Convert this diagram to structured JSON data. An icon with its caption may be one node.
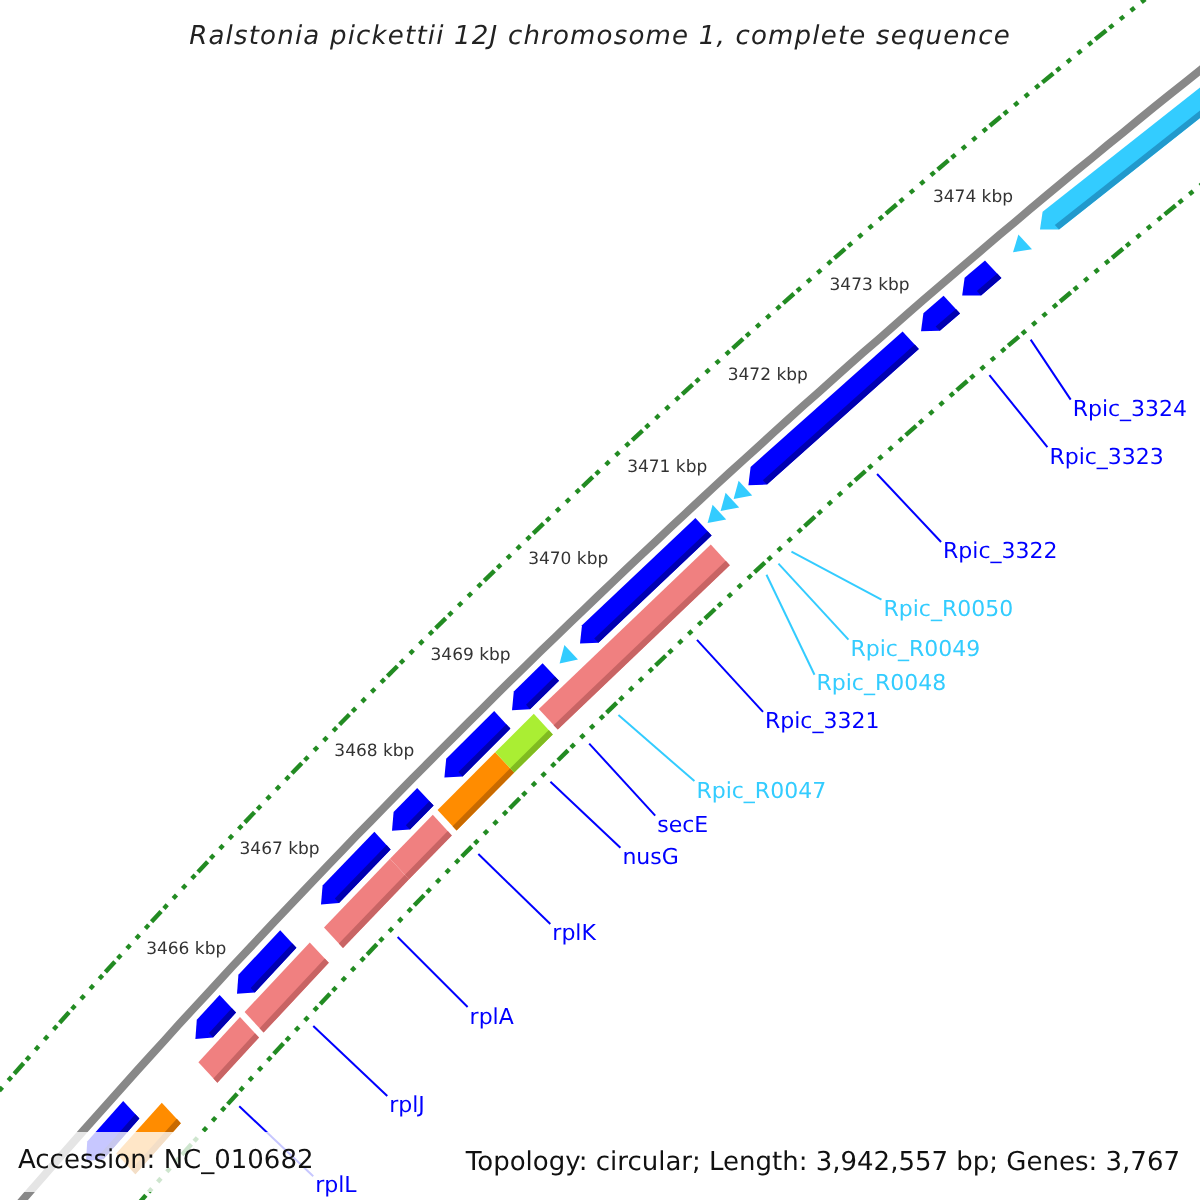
{
  "diagram": {
    "title": "Ralstonia pickettii 12J chromosome 1, complete sequence",
    "nodes": [
      {
        "text": [
          "Rpic_3324"
        ]
      },
      {
        "text": [
          "Rpic_3323"
        ]
      },
      {
        "text": [
          "Rpic_3322"
        ]
      },
      {
        "text": [
          "Rpic_R0050"
        ]
      },
      {
        "text": [
          "Rpic_R0049"
        ]
      },
      {
        "text": [
          "Rpic_R0048"
        ]
      },
      {
        "text": [
          "Rpic_3321"
        ]
      },
      {
        "text": [
          "Rpic_R0047"
        ]
      },
      {
        "text": [
          "secE"
        ]
      },
      {
        "text": [
          "nusG"
        ]
      },
      {
        "text": [
          "rplK"
        ]
      },
      {
        "text": [
          "rplA"
        ]
      },
      {
        "text": [
          "rplJ"
        ]
      },
      {
        "text": [
          "rplL"
        ]
      }
    ],
    "edges": [
      {
        "from": 0,
        "to": null,
        "arrow": "none"
      },
      {
        "from": 1,
        "to": null,
        "arrow": "none"
      },
      {
        "from": 2,
        "to": null,
        "arrow": "none"
      },
      {
        "from": 3,
        "to": null,
        "arrow": "none",
        "color": "#33ccff"
      },
      {
        "from": 4,
        "to": null,
        "arrow": "none",
        "color": "#33ccff"
      },
      {
        "from": 5,
        "to": null,
        "arrow": "none",
        "color": "#33ccff"
      },
      {
        "from": 6,
        "to": null,
        "arrow": "none"
      },
      {
        "from": 7,
        "to": null,
        "arrow": "none",
        "color": "#33ccff"
      },
      {
        "from": 8,
        "to": null,
        "arrow": "none"
      },
      {
        "from": 9,
        "to": null,
        "arrow": "none"
      },
      {
        "from": 10,
        "to": null,
        "arrow": "none"
      },
      {
        "from": 11,
        "to": null,
        "arrow": "none"
      },
      {
        "from": 12,
        "to": null,
        "arrow": "none"
      },
      {
        "from": 13,
        "to": null,
        "arrow": "none"
      }
    ],
    "labels": [
      "3474 kbp",
      "3473 kbp",
      "3472 kbp",
      "3471 kbp",
      "3470 kbp",
      "3469 kbp",
      "3468 kbp",
      "3467 kbp",
      "3466 kbp",
      "Accession: NC_010682",
      "Topology: circular; Length: 3,942,557 bp; Genes: 3,767"
    ]
  }
}
